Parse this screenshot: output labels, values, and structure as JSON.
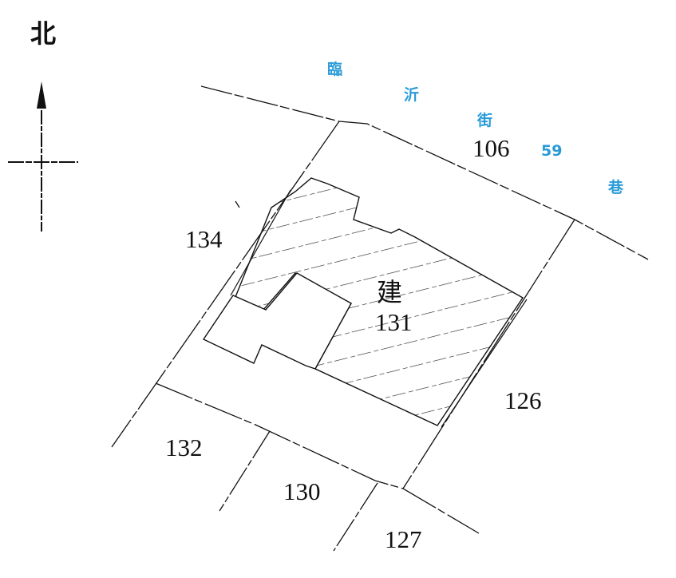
{
  "compass": {
    "north_label": "北",
    "icon": "north-arrow-icon"
  },
  "road": {
    "name_chars": [
      "臨",
      "沂",
      "街",
      "59",
      "巷"
    ],
    "full_name": "臨沂街59巷",
    "color": "#2a9bd8"
  },
  "parcels": {
    "subject": {
      "building_mark": "建",
      "number": "131",
      "hatch": true
    },
    "neighbors": [
      {
        "id": "north",
        "number": "106"
      },
      {
        "id": "west",
        "number": "134"
      },
      {
        "id": "east",
        "number": "126"
      },
      {
        "id": "southwest",
        "number": "132"
      },
      {
        "id": "south",
        "number": "130"
      },
      {
        "id": "southeast",
        "number": "127"
      }
    ]
  },
  "colors": {
    "line": "#111111",
    "background": "#ffffff",
    "road_text": "#2a9bd8"
  }
}
